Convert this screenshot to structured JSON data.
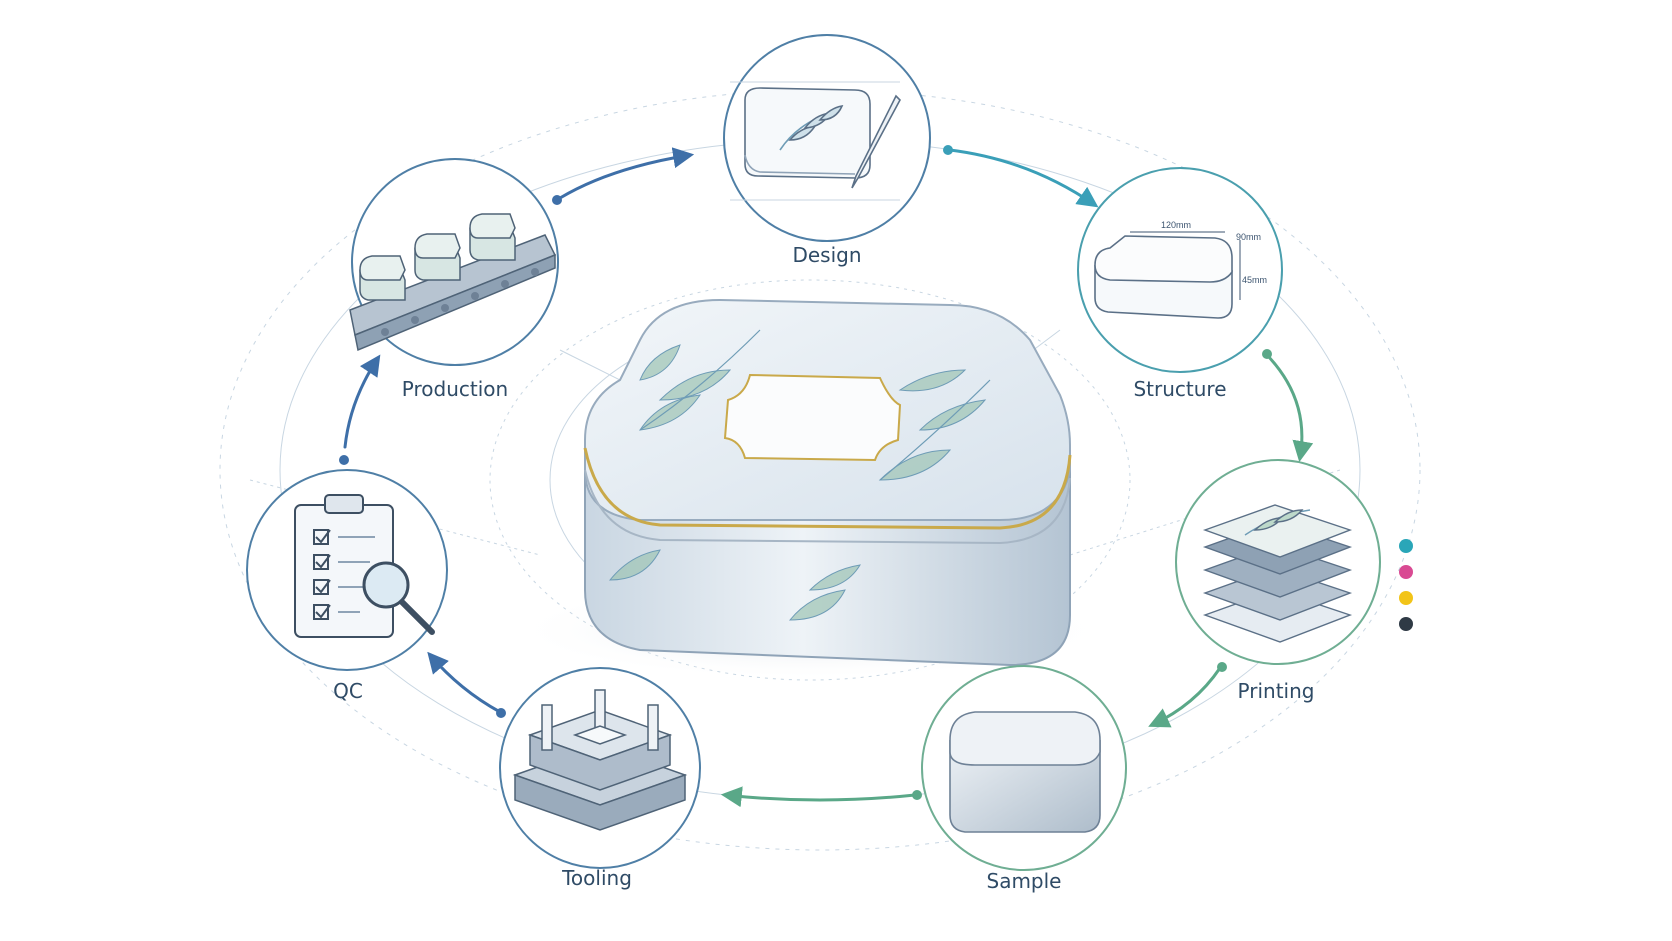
{
  "steps": [
    {
      "id": "design",
      "label": "Design",
      "icon": "tin-sketch-pencil-icon"
    },
    {
      "id": "structure",
      "label": "Structure",
      "icon": "tin-box-dimensions-icon"
    },
    {
      "id": "printing",
      "label": "Printing",
      "icon": "printing-layers-icon"
    },
    {
      "id": "sample",
      "label": "Sample",
      "icon": "sample-tin-icon"
    },
    {
      "id": "tooling",
      "label": "Tooling",
      "icon": "mold-tooling-icon"
    },
    {
      "id": "qc",
      "label": "QC",
      "icon": "clipboard-magnifier-icon"
    },
    {
      "id": "production",
      "label": "Production",
      "icon": "conveyor-belt-icon"
    }
  ],
  "dimensions": {
    "length": "120mm",
    "width": "90mm",
    "height": "45mm"
  },
  "cmyk_dots": [
    "#2aa6b8",
    "#d94a93",
    "#f2c418",
    "#2f3a45"
  ],
  "colors": {
    "ring": "#4f7fa6",
    "ring_green": "#6fae93",
    "arrow_blue": "#3e6fa8",
    "arrow_teal": "#3a9fb8",
    "arrow_green": "#5aa888",
    "label": "#2f4b66"
  }
}
